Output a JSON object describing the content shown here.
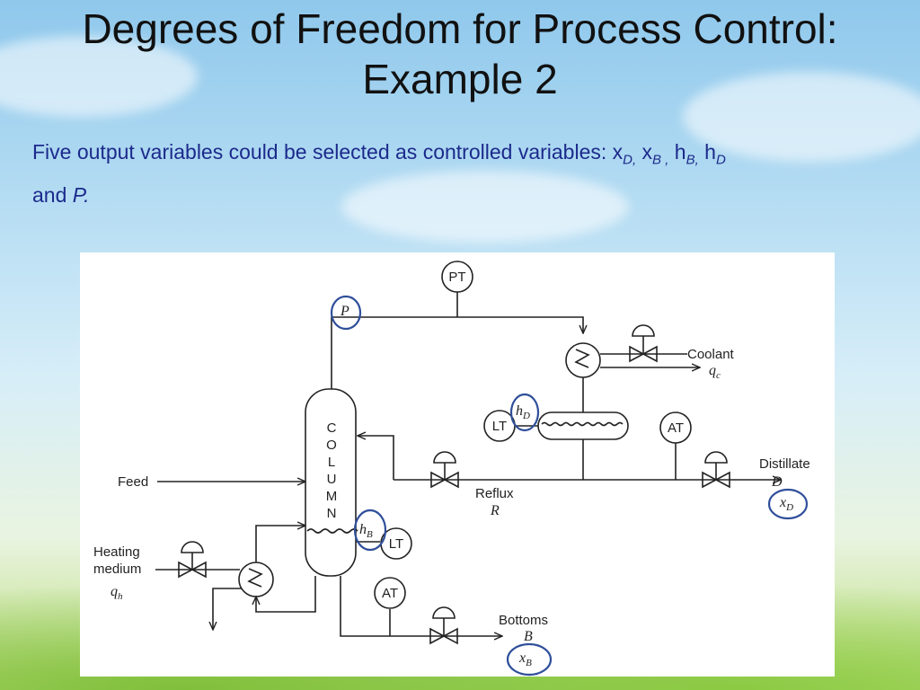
{
  "title": "Degrees of Freedom for Process Control: Example 2",
  "subtitle": {
    "prefix": "Five output variables could be selected as controlled variables: x",
    "xD_sub": "D,",
    "x2": " x",
    "xB_sub": "B ,",
    "h1": " h",
    "hB_sub": "B,",
    "h2": " h",
    "hD_sub": "D",
    "and": " and ",
    "P": "P."
  },
  "diagram": {
    "column_letters": [
      "C",
      "O",
      "L",
      "U",
      "M",
      "N"
    ],
    "instruments": {
      "pt": "PT",
      "lt_top": "LT",
      "lt_bottom": "LT",
      "at_top": "AT",
      "at_bottom": "AT"
    },
    "labels": {
      "feed": "Feed",
      "heating_medium_1": "Heating",
      "heating_medium_2": "medium",
      "qh": "q",
      "qh_sub": "h",
      "coolant": "Coolant",
      "qc": "q",
      "qc_sub": "c",
      "reflux": "Reflux",
      "reflux_sym": "R",
      "distillate": "Distillate",
      "distillate_sym": "D",
      "bottoms": "Bottoms",
      "bottoms_sym": "B"
    },
    "highlighted_variables": {
      "P": "P",
      "hD": "h",
      "hD_sub": "D",
      "hB": "h",
      "hB_sub": "B",
      "xD": "x",
      "xD_sub": "D",
      "xB": "x",
      "xB_sub": "B"
    },
    "highlight_color": "#2f4f9a"
  },
  "colors": {
    "title": "#111111",
    "subtitle": "#1c2a8c"
  }
}
